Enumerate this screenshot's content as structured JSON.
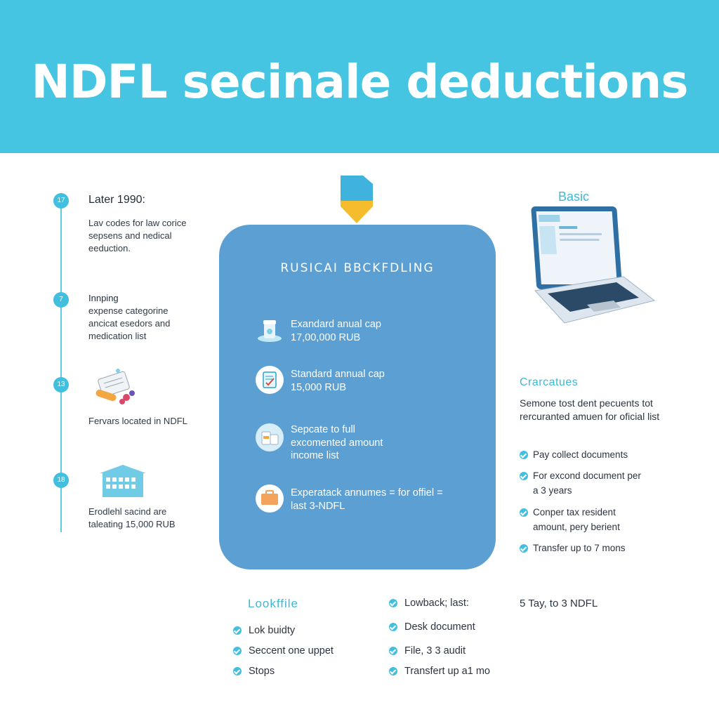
{
  "header": {
    "title": "NDFL secinale deductions"
  },
  "timeline": {
    "items": [
      {
        "badge": "17",
        "title": "Later 1990:",
        "body": "Lav codes for law corice sepsens and nedical eeduction."
      },
      {
        "badge": "7",
        "title": "Innping",
        "body": "expense categorine ancicat esedors and medication list"
      },
      {
        "badge": "13",
        "body": "Fervars located in NDFL"
      },
      {
        "badge": "18",
        "body": "Erodlehl sacind are taleating 15,000 RUB"
      }
    ]
  },
  "card": {
    "title": "RUSICAI BBCKFDLING",
    "rows": [
      {
        "icon": "pill-bottle-icon",
        "lines": [
          "Exandard anual cap",
          "17,00,000 RUB"
        ]
      },
      {
        "icon": "document-check-icon",
        "lines": [
          "Standard annual cap",
          "15,000 RUB"
        ]
      },
      {
        "icon": "medicine-jar-icon",
        "lines": [
          "Sepcate to full",
          "excomented amount",
          "income list"
        ]
      },
      {
        "icon": "briefcase-icon",
        "lines": [
          "Experatack annumes = for offiel =",
          "last 3-NDFL"
        ]
      }
    ]
  },
  "right": {
    "laptop_label": "Basic",
    "heading": "Crarcatues",
    "body": "Semone tost dent pecuents tot rercuranted amuen for oficial list",
    "checklist": [
      "Pay collect documents",
      "For excond document per a 3 years",
      "Conper tax resident amount, pery berient",
      "Transfer up to 7 mons"
    ]
  },
  "bottom": {
    "heading": "Lookffile",
    "col1": [
      "Lok buidty",
      "Seccent one uppet",
      "Stops"
    ],
    "col2": [
      "Lowback; last:",
      "Desk document",
      "File, 3 3 audit",
      "Transfert up a1 mo"
    ],
    "col3_note": "5 Tay, to 3 NDFL"
  },
  "colors": {
    "banner": "#45c5e2",
    "card": "#5b9fd3",
    "accent": "#42bfdf"
  }
}
